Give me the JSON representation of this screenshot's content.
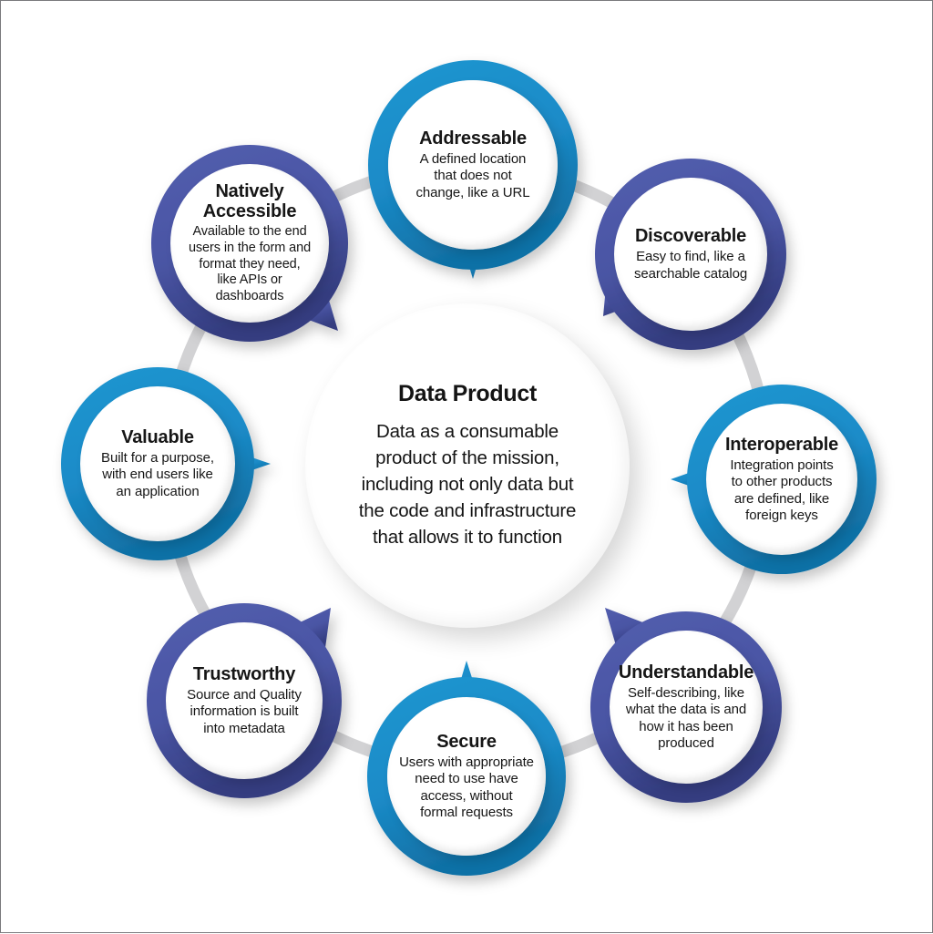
{
  "diagram": {
    "type": "radial-cycle",
    "center": {
      "name": "data-product",
      "title": "Data Product",
      "description": "Data as a consumable\nproduct of the mission,\nincluding not only data but\nthe code and infrastructure\nthat allows it to function"
    },
    "colors": {
      "blue": "#1b8bc8",
      "blue_dark": "#1577ad",
      "purple": "#4a55a4",
      "purple_dark": "#3a4489",
      "ring_gray": "#d2d2d4",
      "text": "#161616",
      "background": "#ffffff",
      "frame_border": "#7a7a7d"
    },
    "nodes": [
      {
        "name": "addressable",
        "title": "Addressable",
        "description": "A defined location\nthat does not\nchange, like a URL",
        "color": "blue",
        "position": "top",
        "tail_direction": "down"
      },
      {
        "name": "discoverable",
        "title": "Discoverable",
        "description": "Easy to find, like a\nsearchable catalog",
        "color": "purple",
        "position": "upper-right",
        "tail_direction": "lower-left"
      },
      {
        "name": "interoperable",
        "title": "Interoperable",
        "description": "Integration points\nto other products\nare defined, like\nforeign keys",
        "color": "blue",
        "position": "right",
        "tail_direction": "left"
      },
      {
        "name": "understandable",
        "title": "Understandable",
        "description": "Self-describing, like\nwhat the data is and\nhow it has been\nproduced",
        "color": "purple",
        "position": "lower-right",
        "tail_direction": "upper-left"
      },
      {
        "name": "secure",
        "title": "Secure",
        "description": "Users with appropriate\nneed to use have\naccess, without\nformal requests",
        "color": "blue",
        "position": "bottom",
        "tail_direction": "up"
      },
      {
        "name": "trustworthy",
        "title": "Trustworthy",
        "description": "Source and Quality\ninformation is built\ninto metadata",
        "color": "purple",
        "position": "lower-left",
        "tail_direction": "upper-right"
      },
      {
        "name": "valuable",
        "title": "Valuable",
        "description": "Built for a purpose,\nwith end users like\nan application",
        "color": "blue",
        "position": "left",
        "tail_direction": "right"
      },
      {
        "name": "natively-accessible",
        "title": "Natively\nAccessible",
        "description": "Available to the end\nusers in the form and\nformat they need,\nlike APIs or\ndashboards",
        "color": "purple",
        "position": "upper-left",
        "tail_direction": "lower-right"
      }
    ]
  }
}
